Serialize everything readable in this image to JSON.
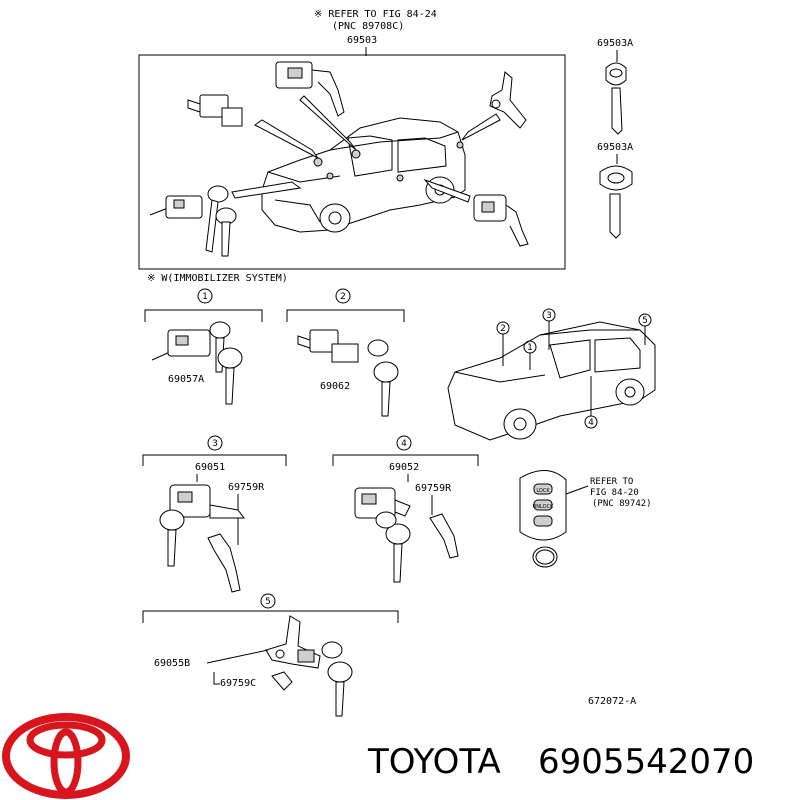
{
  "top_box": {
    "note_line1": "※ REFER TO FIG 84-24",
    "note_line2": "(PNC 89708C)",
    "part": "69503",
    "footnote": "※ W(IMMOBILIZER SYSTEM)"
  },
  "keys": {
    "key1": "69503A",
    "key2": "69503A"
  },
  "group1": {
    "num": "1",
    "part": "69057A"
  },
  "group2": {
    "num": "2",
    "part": "69062"
  },
  "group3": {
    "num": "3",
    "part_a": "69051",
    "part_b": "69759R"
  },
  "group4": {
    "num": "4",
    "part_a": "69052",
    "part_b": "69759R"
  },
  "group5": {
    "num": "5",
    "part_a": "69055B",
    "part_b": "69759C"
  },
  "car_callouts": [
    "2",
    "1",
    "3",
    "5",
    "4"
  ],
  "remote": {
    "line1": "REFER TO",
    "line2": "FIG 84-20",
    "line3": "(PNC 89742)",
    "btn1": "LOCK",
    "btn2": "UNLOCK"
  },
  "figure_id": "672072-A",
  "footer": {
    "brand": "TOYOTA",
    "part_number": "6905542070"
  },
  "colors": {
    "logo": "#d8141c",
    "ink": "#000000"
  }
}
